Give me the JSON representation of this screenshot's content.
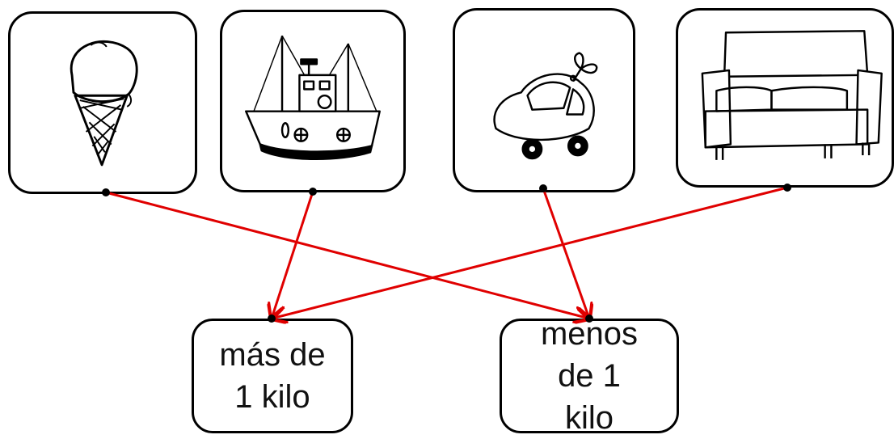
{
  "pictures": [
    {
      "id": "ice-cream",
      "icon": "ice-cream-cone-icon"
    },
    {
      "id": "boat",
      "icon": "fishing-boat-icon"
    },
    {
      "id": "toy-car",
      "icon": "wind-up-toy-car-icon"
    },
    {
      "id": "sofa",
      "icon": "sofa-icon"
    }
  ],
  "categories": [
    {
      "id": "more",
      "text": "más de 1 kilo"
    },
    {
      "id": "less",
      "text": "menos de 1 kilo"
    }
  ],
  "connections": [
    {
      "from": "ice-cream",
      "to": "less"
    },
    {
      "from": "boat",
      "to": "more"
    },
    {
      "from": "toy-car",
      "to": "less"
    },
    {
      "from": "sofa",
      "to": "more"
    }
  ],
  "colors": {
    "line": "#e00000",
    "dot": "#000000",
    "border": "#000000"
  }
}
